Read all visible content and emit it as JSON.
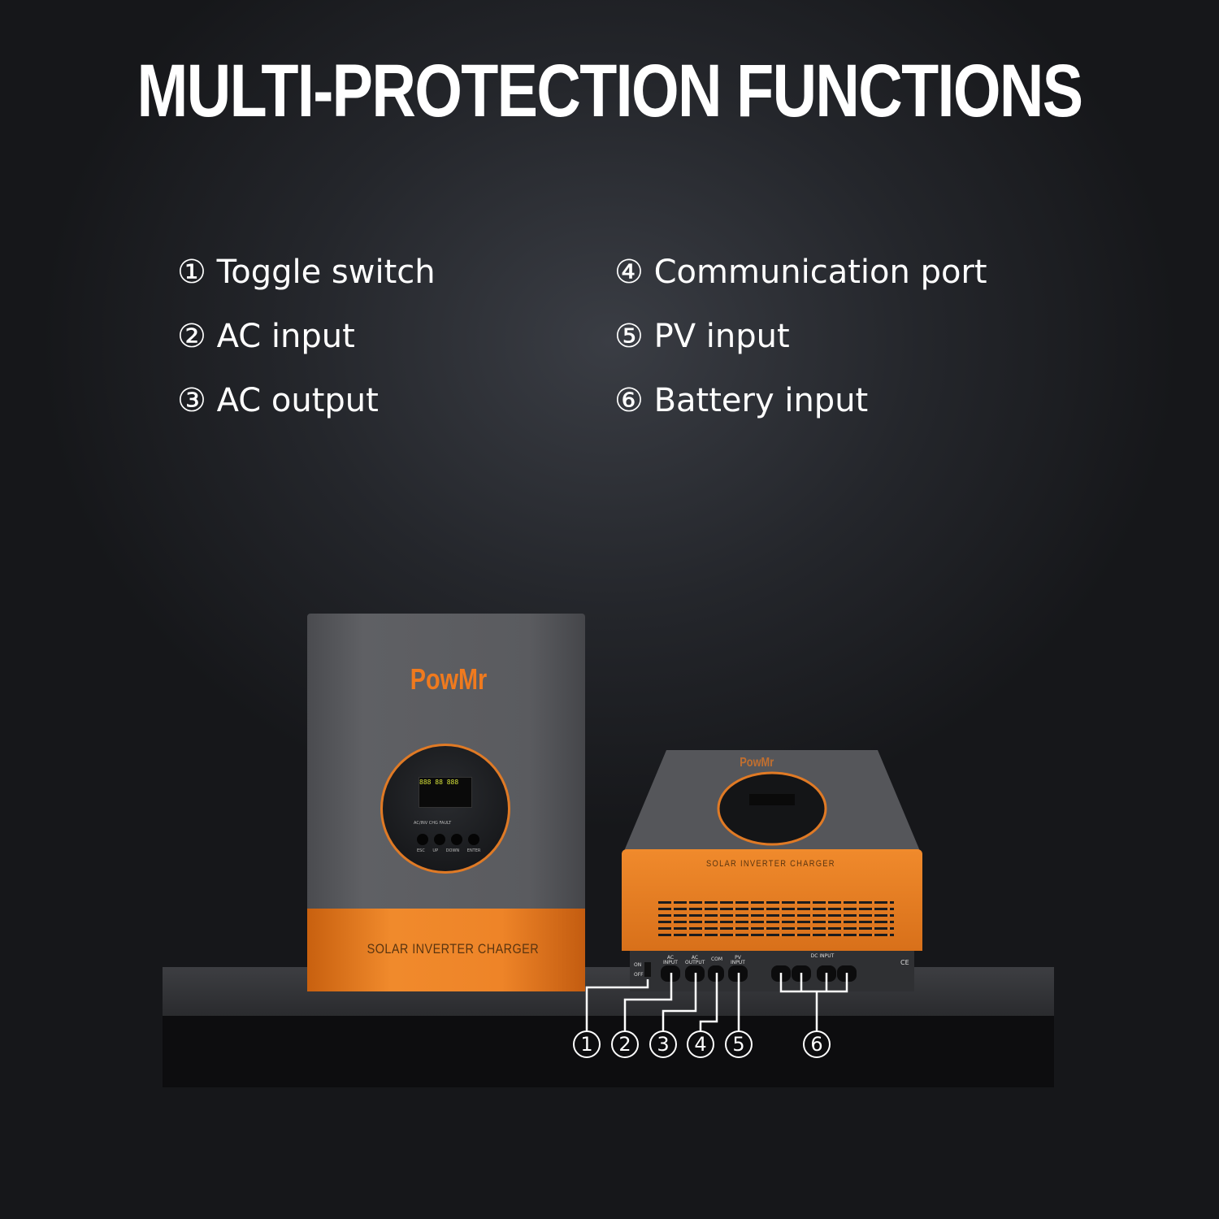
{
  "title": "MULTI-PROTECTION FUNCTIONS",
  "features": [
    {
      "number": "①",
      "label": "Toggle switch"
    },
    {
      "number": "②",
      "label": "AC input"
    },
    {
      "number": "③",
      "label": "AC output"
    },
    {
      "number": "④",
      "label": "Communication port"
    },
    {
      "number": "⑤",
      "label": "PV input"
    },
    {
      "number": "⑥",
      "label": "Battery input"
    }
  ],
  "product": {
    "brand": "PowMr",
    "band_label": "SOLAR INVERTER CHARGER",
    "lcd_readout": "888 88 888",
    "indicators": [
      "AC/INV",
      "CHG",
      "FAULT"
    ],
    "buttons": [
      "ESC",
      "UP",
      "DOWN",
      "ENTER"
    ],
    "switch_labels": [
      "ON",
      "OFF"
    ],
    "ports": [
      "AC INPUT",
      "AC OUTPUT",
      "COM",
      "PV INPUT",
      "DC INPUT"
    ],
    "cert_mark": "CE"
  },
  "callouts": [
    "①",
    "②",
    "③",
    "④",
    "⑤",
    "⑥"
  ],
  "colors": {
    "accent": "#f08a2c",
    "background": "#24262b",
    "text": "#ffffff"
  }
}
